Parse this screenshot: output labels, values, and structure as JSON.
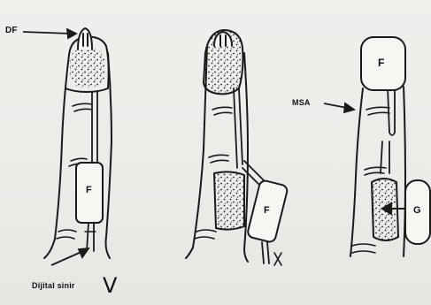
{
  "labels": {
    "df": "DF",
    "msa": "MSA",
    "dijital_sinir": "Dijital sinir",
    "v_mark": "V",
    "flap_1": "F",
    "flap_2": "F",
    "flap_3": "F",
    "graft": "G"
  },
  "colors": {
    "ink": "#1a1a1a",
    "paper": "#eeeeeb",
    "flap_fill": "#f6f6f3"
  }
}
